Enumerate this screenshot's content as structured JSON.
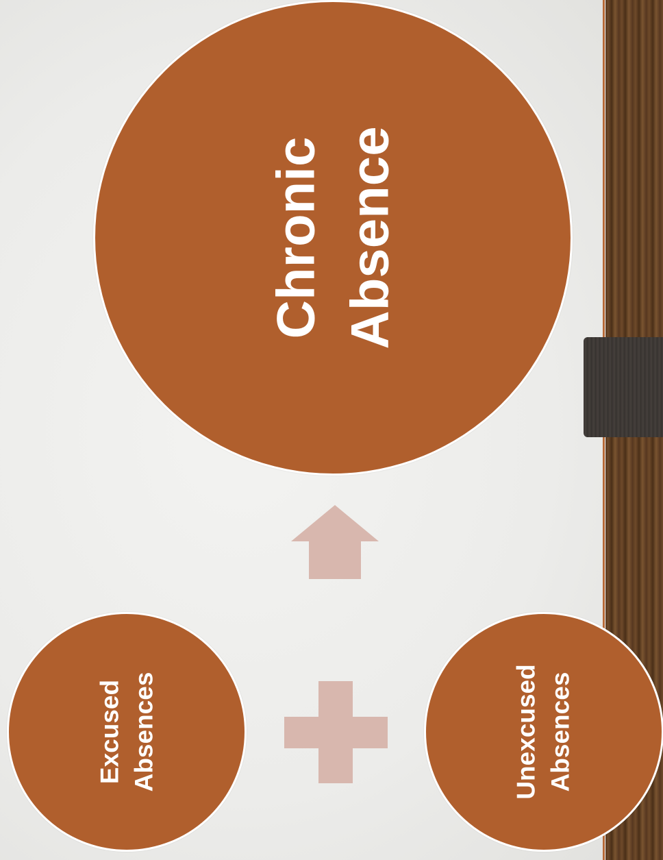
{
  "diagram": {
    "result": {
      "label": "Chronic\nAbsence"
    },
    "inputs": [
      {
        "label": "Excused\nAbsences"
      },
      {
        "label": "Unexcused\nAbsences"
      }
    ],
    "operator_icon": "plus-icon",
    "flow_icon": "arrow-up-icon",
    "colors": {
      "circle_fill": "#b05f2d",
      "connector_fill": "#d8b7ae",
      "rule_line": "#b66a38",
      "text": "#ffffff"
    }
  }
}
